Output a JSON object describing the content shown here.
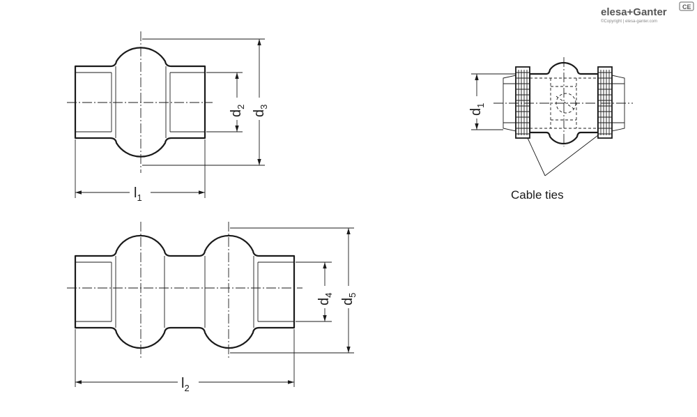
{
  "brand": {
    "logo_text": "elesa+Ganter",
    "badge": "CE",
    "copyright": "©Copyright | elesa-ganter.com"
  },
  "dimensions": {
    "d1": {
      "base": "d",
      "sub": "1"
    },
    "d2": {
      "base": "d",
      "sub": "2"
    },
    "d3": {
      "base": "d",
      "sub": "3"
    },
    "d4": {
      "base": "d",
      "sub": "4"
    },
    "d5": {
      "base": "d",
      "sub": "5"
    },
    "l1": {
      "base": "l",
      "sub": "1"
    },
    "l2": {
      "base": "l",
      "sub": "2"
    }
  },
  "callout": {
    "cable_ties": "Cable ties"
  }
}
